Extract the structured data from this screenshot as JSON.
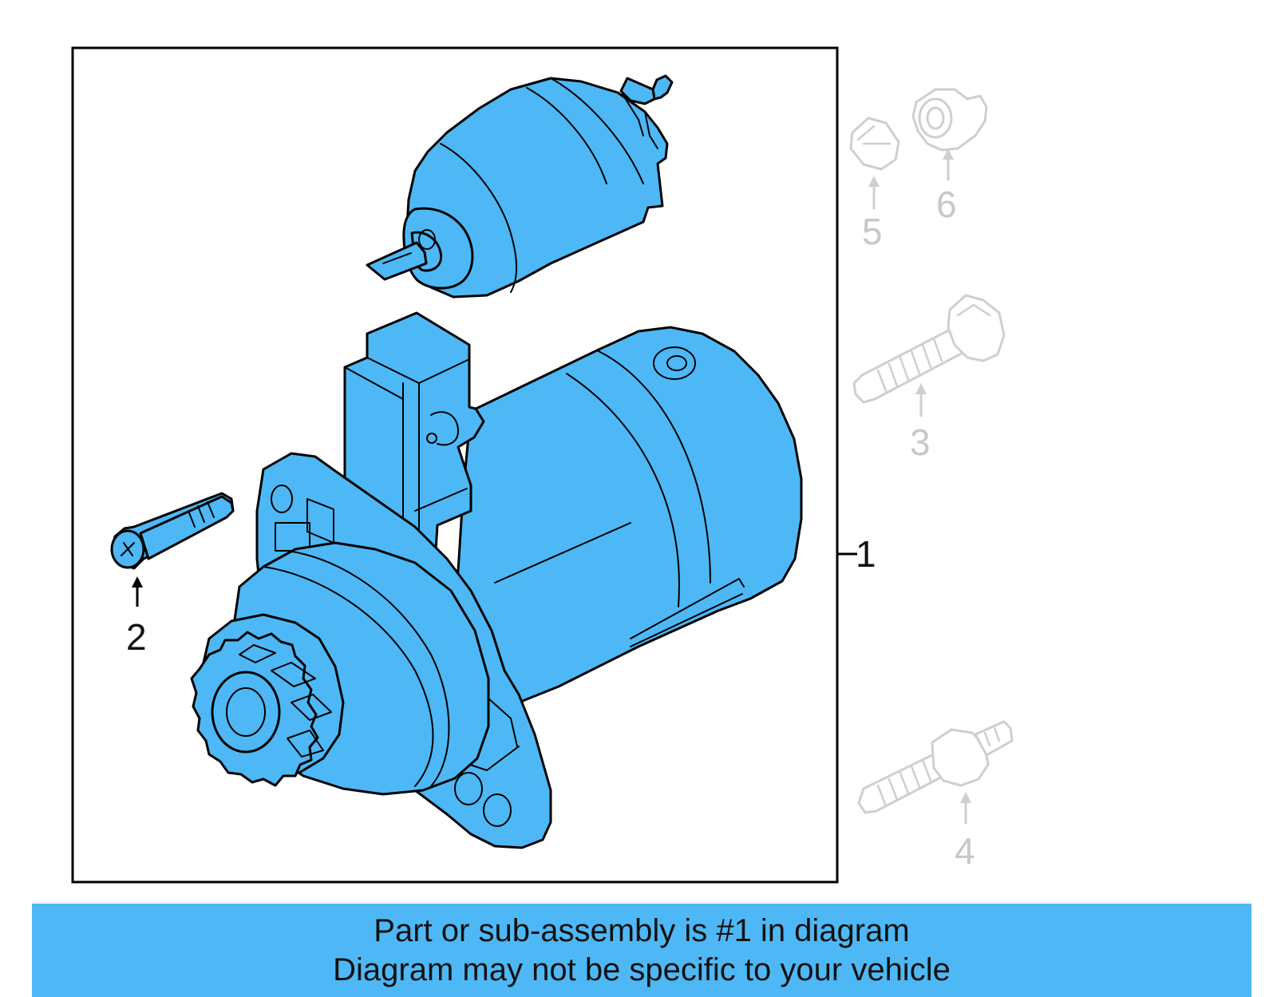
{
  "diagram": {
    "callouts": {
      "c1": "1",
      "c2": "2",
      "c3": "3",
      "c4": "4",
      "c5": "5",
      "c6": "6"
    },
    "highlight_color": "#4db8f5",
    "inactive_color": "#cfcfcf"
  },
  "banner": {
    "line1": "Part or sub-assembly is #1 in diagram",
    "line2": "Diagram may not be specific to your vehicle",
    "color": "#4db8f5"
  }
}
